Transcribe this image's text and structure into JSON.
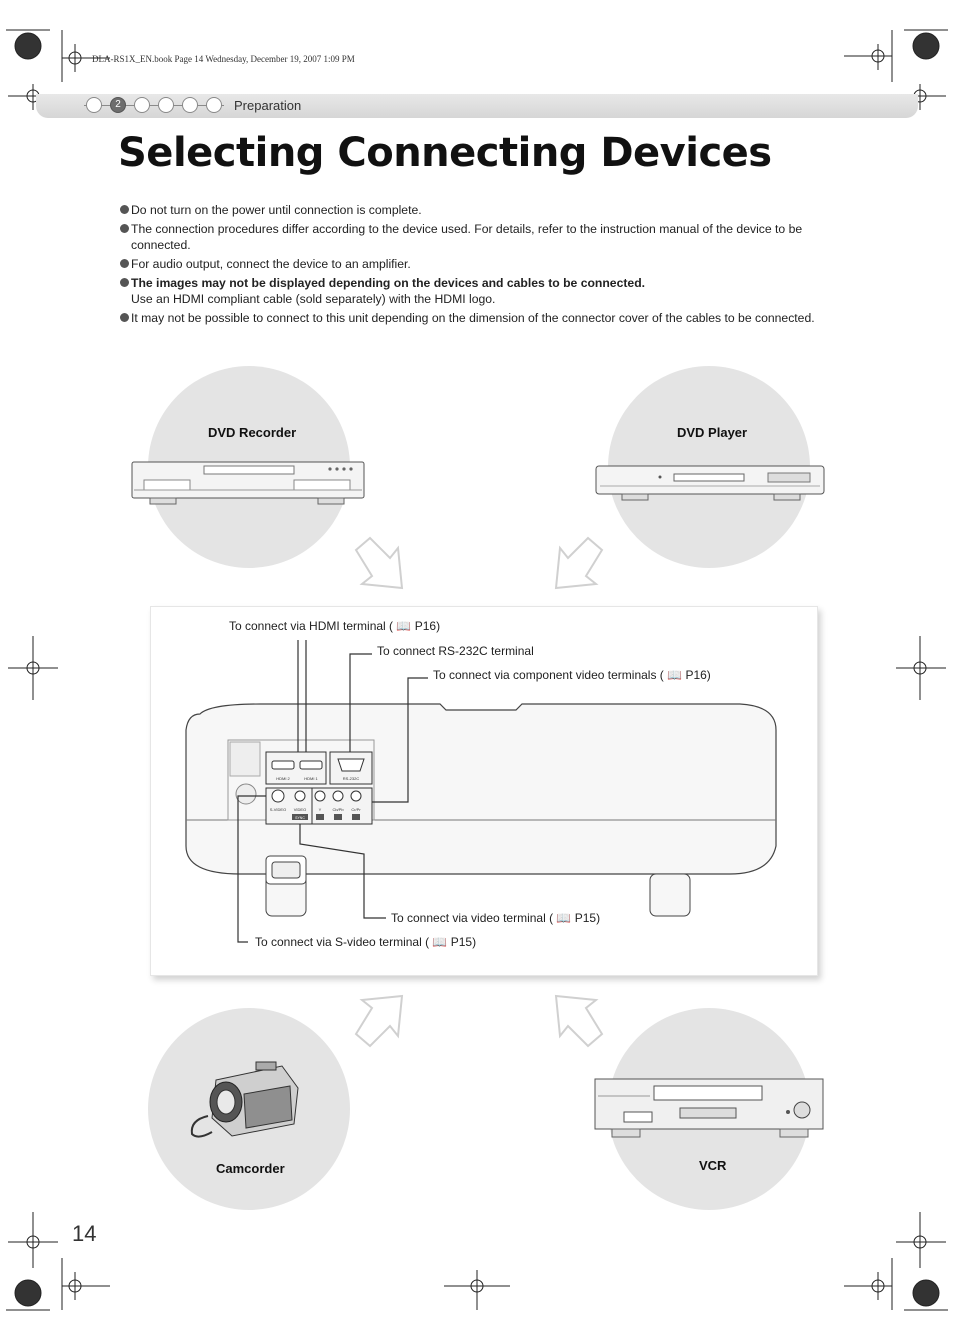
{
  "book_meta": "DLA-RS1X_EN.book  Page 14  Wednesday, December 19, 2007  1:09 PM",
  "header": {
    "step_number": "2",
    "section_label": "Preparation"
  },
  "page_title": "Selecting Connecting Devices",
  "notes": [
    {
      "text": "Do not turn on the power until connection is complete.",
      "bold": false
    },
    {
      "text": "The connection procedures differ according to the device used. For details, refer to the instruction manual of the device to be connected.",
      "bold": false
    },
    {
      "text": "For audio output, connect the device to an amplifier.",
      "bold": false
    },
    {
      "text": "The images may not be displayed depending on the devices and cables to be connected.",
      "bold": true,
      "subtext": "Use an HDMI compliant cable (sold separately) with the HDMI logo."
    },
    {
      "text": "It may not be possible to connect to this unit depending on the dimension of the connector cover of the cables to be connected.",
      "bold": false
    }
  ],
  "devices": {
    "dvd_recorder": "DVD Recorder",
    "dvd_player": "DVD Player",
    "camcorder": "Camcorder",
    "vcr": "VCR"
  },
  "callouts": {
    "hdmi": {
      "text": "To connect via HDMI terminal (",
      "page": "P16",
      "close": ")"
    },
    "rs232c": {
      "text": "To connect RS-232C terminal"
    },
    "component": {
      "text": "To connect via component video terminals (",
      "page": "P16",
      "close": ")"
    },
    "video": {
      "text": "To connect via video terminal (",
      "page": "P15",
      "close": ")"
    },
    "svideo": {
      "text": "To connect via S-video terminal (",
      "page": "P15",
      "close": ")"
    }
  },
  "terminal_labels": {
    "hdmi2": "HDMI 2",
    "hdmi1": "HDMI 1",
    "rs232c": "RS-232C",
    "svideo": "S-VIDEO",
    "video": "VIDEO",
    "y": "Y",
    "cb": "Cb/Pb",
    "cr": "Cr/Pr",
    "sync": "SYNC"
  },
  "page_number": "14",
  "colors": {
    "circle_bg": "#e4e4e4",
    "header_band": "#d9d9d9",
    "arrow": "#ffffff"
  }
}
